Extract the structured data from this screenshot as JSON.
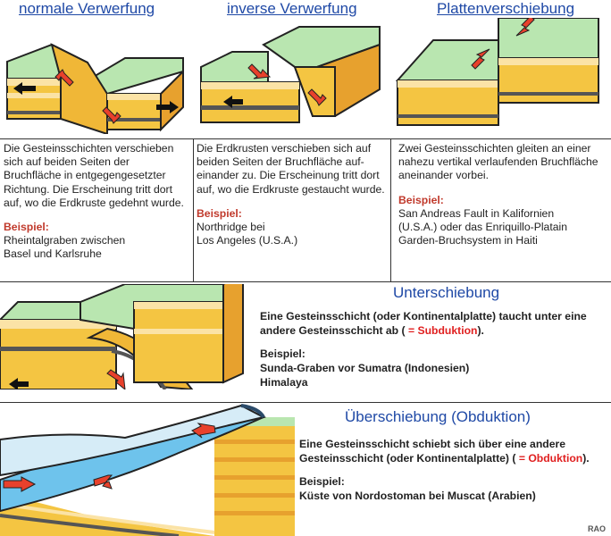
{
  "sections": {
    "normal": {
      "title": "normale Verwerfung",
      "description": "Die Gesteinsschichten verschieben sich auf beiden Seiten der Bruchfläche in entgegengesetzter Richtung. Die Erscheinung tritt dort auf, wo die Erdkruste gedehnt wurde.",
      "example_label": "Beispiel:",
      "example_line1": "Rheintalgraben zwischen",
      "example_line2": "Basel und Karlsruhe"
    },
    "inverse": {
      "title": "inverse Verwerfung",
      "description": "Die Erdkrusten verschieben sich auf beiden Seiten der Bruchfläche auf- einander zu. Die Erscheinung tritt dort auf, wo die Erdkruste gestaucht wurde.",
      "example_label": "Beispiel:",
      "example_line1": "Northridge bei",
      "example_line2": "Los Angeles (U.S.A.)"
    },
    "plate": {
      "title": "Plattenverschiebung",
      "description": "Zwei Gesteinsschichten gleiten an einer nahezu vertikal verlaufenden Bruchfläche aneinander vorbei.",
      "example_label": "Beispiel:",
      "example_line1": "San Andreas Fault in Kalifornien",
      "example_line2": "(U.S.A.) oder das Enriquillo-Platain",
      "example_line3": "Garden-Bruchsystem in Haiti"
    },
    "subduction": {
      "title": "Unterschiebung",
      "desc_part1": "Eine Gesteinsschicht (oder Kontinentalplatte) taucht unter eine andere Gesteinsschicht ab ( ",
      "desc_highlight": "= Subduktion",
      "desc_part2": ").",
      "example_label": "Beispiel:",
      "example_line1": "Sunda-Graben vor Sumatra (Indonesien)",
      "example_line2": "Himalaya"
    },
    "obduction": {
      "title": "Überschiebung (Obduktion)",
      "desc_part1": "Eine Gesteinsschicht  schiebt sich über eine andere Gesteinsschicht (oder Kontinentalplatte) ( ",
      "desc_highlight": "= Obduktion",
      "desc_part2": ").",
      "example_label": "Beispiel:",
      "example_line1": "Küste von Nordostoman bei Muscat (Arabien)"
    }
  },
  "credit": "RAO",
  "colors": {
    "title_blue": "#1f49a6",
    "example_red": "#c0392b",
    "highlight_red": "#e02020",
    "grass_green": "#b9e6b0",
    "layer_yellow": "#f4c542",
    "layer_cream": "#fbe3a6",
    "layer_orange": "#e7a12e",
    "arrow_red": "#e8412c",
    "water_blue": "#6ec3ec"
  }
}
